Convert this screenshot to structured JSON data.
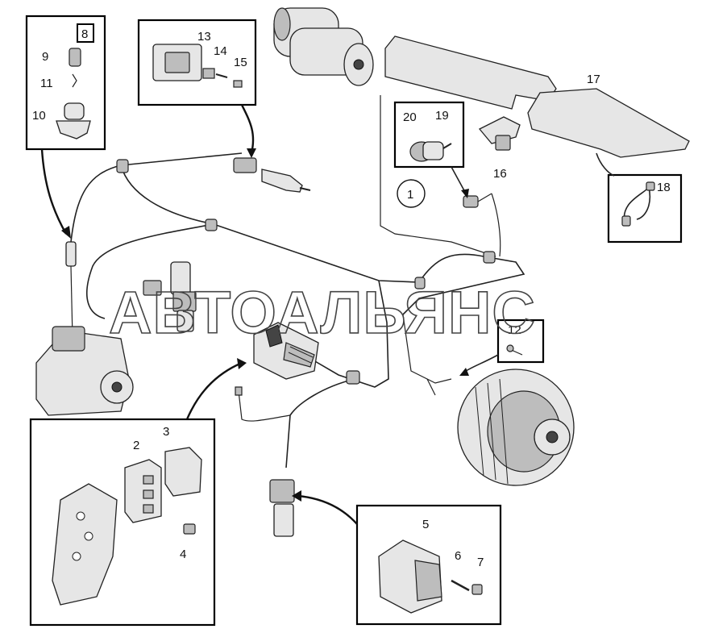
{
  "labels": {
    "l1": "1",
    "l2": "2",
    "l3": "3",
    "l4": "4",
    "l5": "5",
    "l6": "6",
    "l7": "7",
    "l8": "8",
    "l9": "9",
    "l10": "10",
    "l11": "11",
    "l12": "12",
    "l13": "13",
    "l14": "14",
    "l15": "15",
    "l16": "16",
    "l17": "17",
    "l18": "18",
    "l19": "19",
    "l20": "20"
  },
  "watermark": "АВТОАЛЬЯНС"
}
